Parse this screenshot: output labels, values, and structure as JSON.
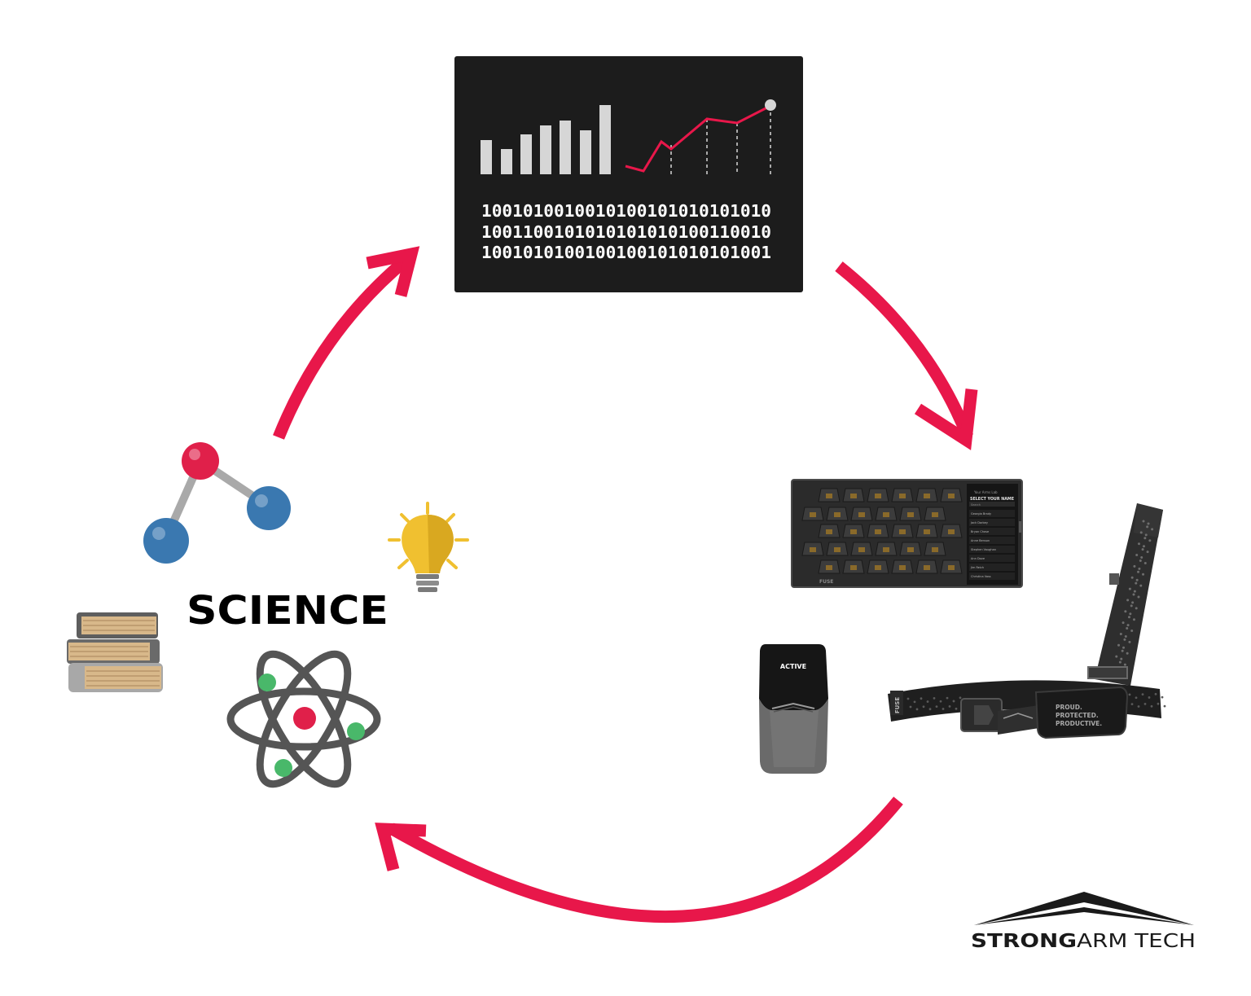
{
  "science": {
    "label": "SCIENCE"
  },
  "data_panel": {
    "binary_rows": [
      "1001010010010100101010101010",
      "1001100101010101010100110010",
      "1001010100100100101010101001"
    ]
  },
  "tablet": {
    "header": "Your Arms Lab",
    "title": "SELECT YOUR NAME",
    "field": "Search",
    "names": [
      "Georgia Brady",
      "Jack Darbey",
      "Bryan Chase",
      "Anne Benson",
      "Stephen Vaughan",
      "Ann Dove",
      "Jim Reich",
      "Christina Vass"
    ],
    "brand": "FUSE"
  },
  "sensor": {
    "label": "ACTIVE"
  },
  "harness": {
    "side_brand": "FUSE",
    "tagline": [
      "PROUD.",
      "PROTECTED.",
      "PRODUCTIVE."
    ]
  },
  "logo": {
    "strong": "STRONG",
    "rest": "ARM TECH"
  },
  "colors": {
    "accent": "#e8174a",
    "panel": "#1c1c1c",
    "atom_red": "#e0204a",
    "atom_blue": "#3a78b0",
    "atom_green": "#49b86a",
    "bulb": "#f0c030",
    "books": "#d8b88a"
  },
  "icons": [
    "molecule-icon",
    "lightbulb-icon",
    "books-icon",
    "atom-icon",
    "bar-chart-icon",
    "line-chart-icon",
    "strongarm-logo-icon"
  ]
}
